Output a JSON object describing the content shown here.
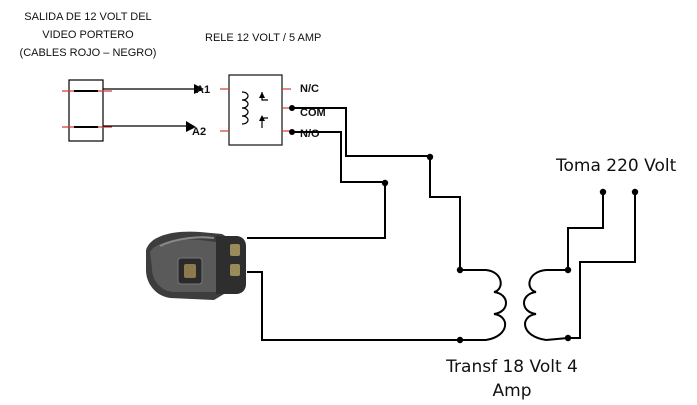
{
  "source_label_lines": [
    "SALIDA DE 12 VOLT DEL",
    "VIDEO PORTERO",
    "(CABLES ROJO – NEGRO)"
  ],
  "relay_title": "RELE 12 VOLT / 5  AMP",
  "relay_terminals": {
    "a1": "A1",
    "a2": "A2",
    "nc": "N/C",
    "com": "COM",
    "no": "N/O"
  },
  "outlet_label": "Toma 220 Volt",
  "transformer_label_lines": [
    "Transf 18 Volt 4",
    "Amp"
  ]
}
